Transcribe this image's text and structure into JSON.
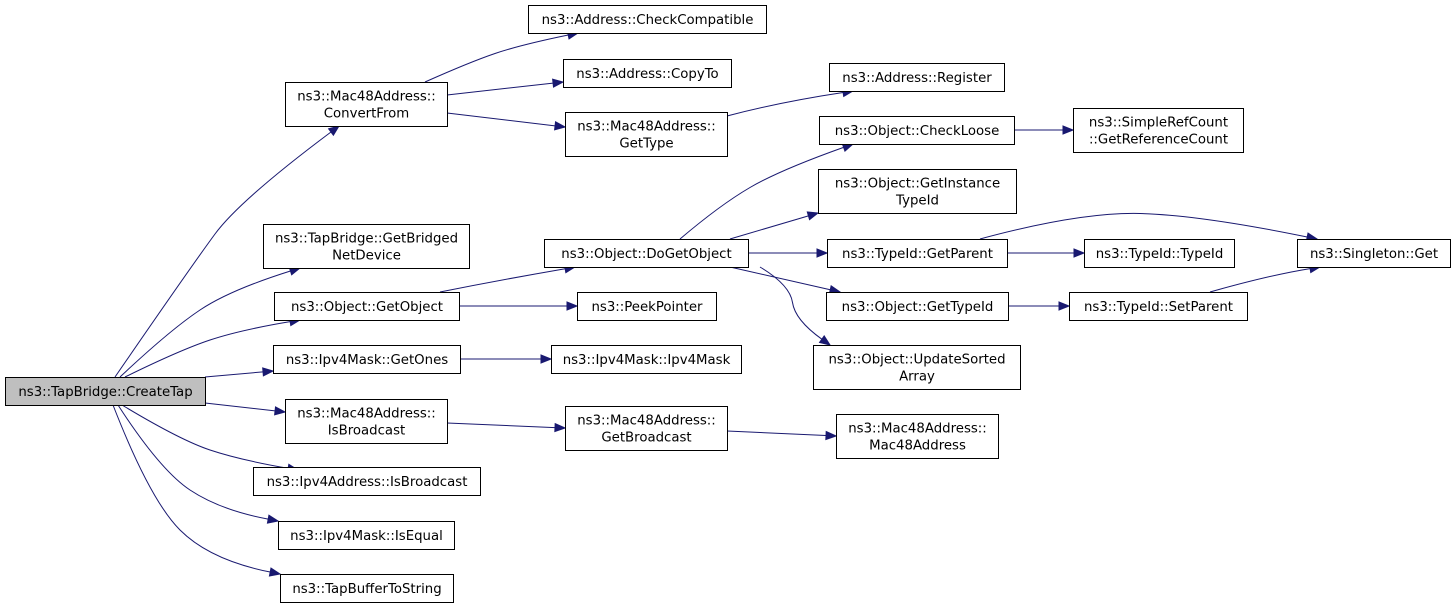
{
  "diagram": {
    "type": "call-graph",
    "colors": {
      "edge": "#191970",
      "root_fill": "#bfbfbf",
      "node_fill": "#ffffff",
      "border": "#000000"
    },
    "nodes": [
      {
        "id": "create_tap",
        "lines": [
          "ns3::TapBridge::CreateTap"
        ],
        "root": true
      },
      {
        "id": "convert_from",
        "lines": [
          "ns3::Mac48Address::",
          "ConvertFrom"
        ]
      },
      {
        "id": "get_bridged",
        "lines": [
          "ns3::TapBridge::GetBridged",
          "NetDevice"
        ]
      },
      {
        "id": "get_object",
        "lines": [
          "ns3::Object::GetObject"
        ]
      },
      {
        "id": "mask_get_ones",
        "lines": [
          "ns3::Ipv4Mask::GetOnes"
        ]
      },
      {
        "id": "mac_is_broadcast",
        "lines": [
          "ns3::Mac48Address::",
          "IsBroadcast"
        ]
      },
      {
        "id": "ipv4_is_broadcast",
        "lines": [
          "ns3::Ipv4Address::IsBroadcast"
        ]
      },
      {
        "id": "mask_is_equal",
        "lines": [
          "ns3::Ipv4Mask::IsEqual"
        ]
      },
      {
        "id": "tap_buffer",
        "lines": [
          "ns3::TapBufferToString"
        ]
      },
      {
        "id": "check_compatible",
        "lines": [
          "ns3::Address::CheckCompatible"
        ]
      },
      {
        "id": "copy_to",
        "lines": [
          "ns3::Address::CopyTo"
        ]
      },
      {
        "id": "mac_get_type",
        "lines": [
          "ns3::Mac48Address::",
          "GetType"
        ]
      },
      {
        "id": "do_get_object",
        "lines": [
          "ns3::Object::DoGetObject"
        ]
      },
      {
        "id": "peek_pointer",
        "lines": [
          "ns3::PeekPointer"
        ]
      },
      {
        "id": "ipv4mask_ctor",
        "lines": [
          "ns3::Ipv4Mask::Ipv4Mask"
        ]
      },
      {
        "id": "get_broadcast",
        "lines": [
          "ns3::Mac48Address::",
          "GetBroadcast"
        ]
      },
      {
        "id": "register",
        "lines": [
          "ns3::Address::Register"
        ]
      },
      {
        "id": "check_loose",
        "lines": [
          "ns3::Object::CheckLoose"
        ]
      },
      {
        "id": "get_instance_typeid",
        "lines": [
          "ns3::Object::GetInstance",
          "TypeId"
        ]
      },
      {
        "id": "typeid_get_parent",
        "lines": [
          "ns3::TypeId::GetParent"
        ]
      },
      {
        "id": "object_get_typeid",
        "lines": [
          "ns3::Object::GetTypeId"
        ]
      },
      {
        "id": "update_sorted",
        "lines": [
          "ns3::Object::UpdateSorted",
          "Array"
        ]
      },
      {
        "id": "mac48_ctor",
        "lines": [
          "ns3::Mac48Address::",
          "Mac48Address"
        ]
      },
      {
        "id": "ref_count",
        "lines": [
          "ns3::SimpleRefCount",
          "::GetReferenceCount"
        ]
      },
      {
        "id": "typeid_ctor",
        "lines": [
          "ns3::TypeId::TypeId"
        ]
      },
      {
        "id": "set_parent",
        "lines": [
          "ns3::TypeId::SetParent"
        ]
      },
      {
        "id": "singleton_get",
        "lines": [
          "ns3::Singleton::Get"
        ]
      }
    ],
    "edges": [
      {
        "from": "create_tap",
        "to": "convert_from"
      },
      {
        "from": "create_tap",
        "to": "get_bridged"
      },
      {
        "from": "create_tap",
        "to": "get_object"
      },
      {
        "from": "create_tap",
        "to": "mask_get_ones"
      },
      {
        "from": "create_tap",
        "to": "mac_is_broadcast"
      },
      {
        "from": "create_tap",
        "to": "ipv4_is_broadcast"
      },
      {
        "from": "create_tap",
        "to": "mask_is_equal"
      },
      {
        "from": "create_tap",
        "to": "tap_buffer"
      },
      {
        "from": "convert_from",
        "to": "check_compatible"
      },
      {
        "from": "convert_from",
        "to": "copy_to"
      },
      {
        "from": "convert_from",
        "to": "mac_get_type"
      },
      {
        "from": "mac_get_type",
        "to": "register"
      },
      {
        "from": "get_object",
        "to": "do_get_object"
      },
      {
        "from": "get_object",
        "to": "peek_pointer"
      },
      {
        "from": "do_get_object",
        "to": "check_loose"
      },
      {
        "from": "do_get_object",
        "to": "get_instance_typeid"
      },
      {
        "from": "do_get_object",
        "to": "typeid_get_parent"
      },
      {
        "from": "do_get_object",
        "to": "object_get_typeid"
      },
      {
        "from": "do_get_object",
        "to": "update_sorted"
      },
      {
        "from": "check_loose",
        "to": "ref_count"
      },
      {
        "from": "typeid_get_parent",
        "to": "typeid_ctor"
      },
      {
        "from": "typeid_get_parent",
        "to": "singleton_get"
      },
      {
        "from": "object_get_typeid",
        "to": "set_parent"
      },
      {
        "from": "set_parent",
        "to": "singleton_get"
      },
      {
        "from": "mask_get_ones",
        "to": "ipv4mask_ctor"
      },
      {
        "from": "mac_is_broadcast",
        "to": "get_broadcast"
      },
      {
        "from": "get_broadcast",
        "to": "mac48_ctor"
      }
    ]
  }
}
